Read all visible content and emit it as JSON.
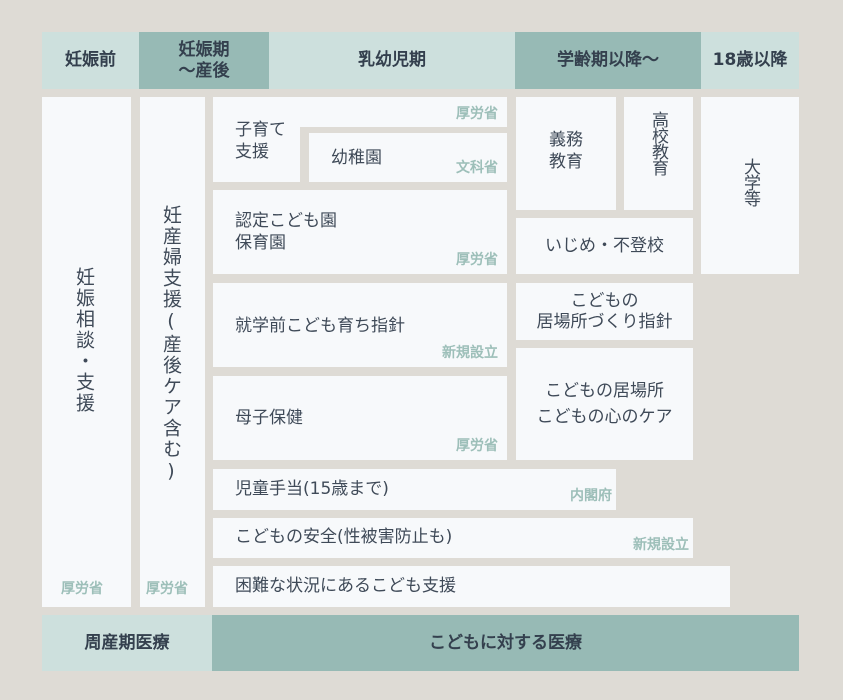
{
  "header": {
    "stages": [
      {
        "label": "妊娠前"
      },
      {
        "label_line1": "妊娠期",
        "label_line2": "～産後"
      },
      {
        "label": "乳幼児期"
      },
      {
        "label": "学齢期以降～"
      },
      {
        "label": "18歳以降"
      }
    ]
  },
  "columns": {
    "pregnancy_consult": {
      "label": "妊娠相談・支援",
      "agency": "厚労省"
    },
    "maternal_support": {
      "label": "妊産婦支援(産後ケア含む)",
      "agency": "厚労省"
    }
  },
  "boxes": {
    "childcare_support": {
      "line1": "子育て",
      "line2": "支援",
      "agency": "厚労省"
    },
    "kindergarten": {
      "label": "幼稚園",
      "agency": "文科省"
    },
    "nursery": {
      "line1": "認定こども園",
      "line2": "保育園",
      "agency": "厚労省"
    },
    "preschool_guideline": {
      "label": "就学前こども育ち指針",
      "agency": "新規設立"
    },
    "maternal_health": {
      "label": "母子保健",
      "agency": "厚労省"
    },
    "child_allowance": {
      "label": "児童手当(15歳まで)",
      "agency": "内閣府"
    },
    "child_safety": {
      "label": "こどもの安全(性被害防止も)",
      "agency": "新規設立"
    },
    "difficult_situation": {
      "label": "困難な状況にあるこども支援"
    },
    "compulsory_edu": {
      "line1": "義務",
      "line2": "教育"
    },
    "high_school": {
      "label": "高校教育"
    },
    "bullying": {
      "label": "いじめ・不登校"
    },
    "place_guideline": {
      "line1": "こどもの",
      "line2": "居場所づくり指針"
    },
    "child_place": {
      "line1": "こどもの居場所",
      "line2": "こどもの心のケア"
    },
    "university": {
      "label": "大学等"
    }
  },
  "footer": {
    "perinatal": "周産期医療",
    "child_medical": "こどもに対する医療"
  },
  "colors": {
    "background": "#dedbd5",
    "header_light": "#cde0dd",
    "header_dark": "#97bab5",
    "box": "#f7f9fb",
    "agency_tag": "#9dbfb9",
    "text": "#3f4a58"
  }
}
